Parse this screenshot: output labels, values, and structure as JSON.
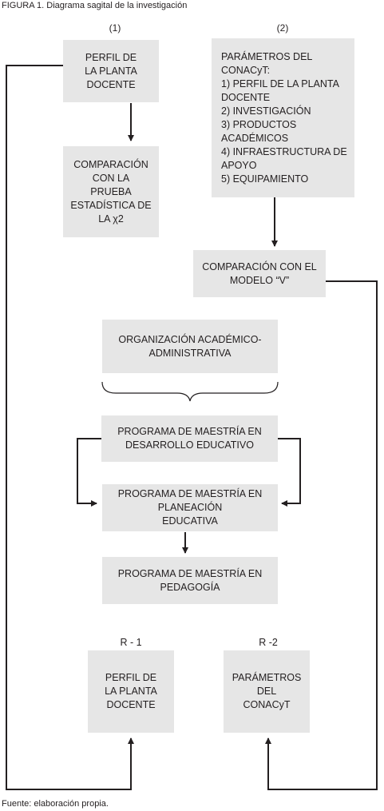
{
  "caption": {
    "figure_label": "FIGURA 1.",
    "figure_title": "Diagrama sagital de la investigación",
    "source": "Fuente: elaboración propia."
  },
  "columns": {
    "col1": "(1)",
    "col2": "(2)"
  },
  "boxes": {
    "perfil_top": [
      "PERFIL DE",
      "LA PLANTA",
      "DOCENTE"
    ],
    "comparacion_chi": [
      "COMPARACIÓN",
      "CON LA",
      "PRUEBA",
      "ESTADÍSTICA DE",
      "LA χ2"
    ],
    "parametros_conacyt": [
      "PARÁMETROS DEL",
      "CONACyT:",
      "1) PERFIL DE LA PLANTA",
      "DOCENTE",
      "2) INVESTIGACIÓN",
      "3) PRODUCTOS",
      "ACADÉMICOS",
      "4) INFRAESTRUCTURA DE",
      "APOYO",
      "5) EQUIPAMIENTO"
    ],
    "comparacion_v": [
      "COMPARACIÓN CON EL",
      "MODELO “V”"
    ],
    "organizacion": [
      "ORGANIZACIÓN ACADÉMICO-",
      "ADMINISTRATIVA"
    ],
    "maestria_desarrollo": [
      "PROGRAMA DE MAESTRÍA EN",
      "DESARROLLO EDUCATIVO"
    ],
    "maestria_planeacion": [
      "PROGRAMA DE MAESTRÍA EN",
      "PLANEACIÓN",
      "EDUCATIVA"
    ],
    "maestria_pedagogia": [
      "PROGRAMA DE MAESTRÍA EN",
      "PEDAGOGÍA"
    ],
    "perfil_bottom": [
      "PERFIL DE",
      "LA PLANTA",
      "DOCENTE"
    ],
    "parametros_bottom": [
      "PARÁMETROS",
      "DEL",
      "CONACyT"
    ]
  },
  "results": {
    "r1": "R - 1",
    "r2": "R -2"
  },
  "colors": {
    "box_fill": "#e6e6e6",
    "line": "#231f20",
    "text": "#231f20"
  }
}
